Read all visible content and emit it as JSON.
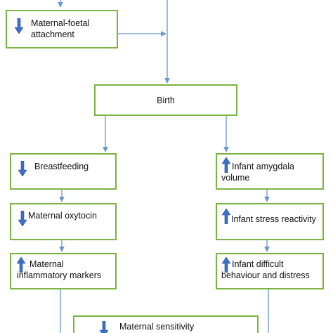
{
  "diagram": {
    "colors": {
      "box_border": "#7cb342",
      "connector": "#6a95cf",
      "arrow_icon": "#3d6fc9"
    },
    "boxes": {
      "maternal_foetal_attachment": {
        "text": "Maternal-foetal\nattachment",
        "direction": "down"
      },
      "birth": {
        "text": "Birth"
      },
      "breastfeeding": {
        "text": "Breastfeeding",
        "direction": "down"
      },
      "maternal_oxytocin": {
        "text": "Maternal oxytocin",
        "direction": "down"
      },
      "maternal_inflammatory_markers": {
        "text": "Maternal\ninflammatory markers",
        "direction": "up"
      },
      "infant_amygdala_volume": {
        "text": "Infant amygdala\nvolume",
        "direction": "up"
      },
      "infant_stress_reactivity": {
        "text": "Infant stress reactivity",
        "direction": "up"
      },
      "infant_difficult_behaviour": {
        "text": "Infant difficult\nbehaviour and distress",
        "direction": "up"
      },
      "maternal_sensitivity": {
        "text": "Maternal sensitivity",
        "direction": "down"
      }
    }
  }
}
